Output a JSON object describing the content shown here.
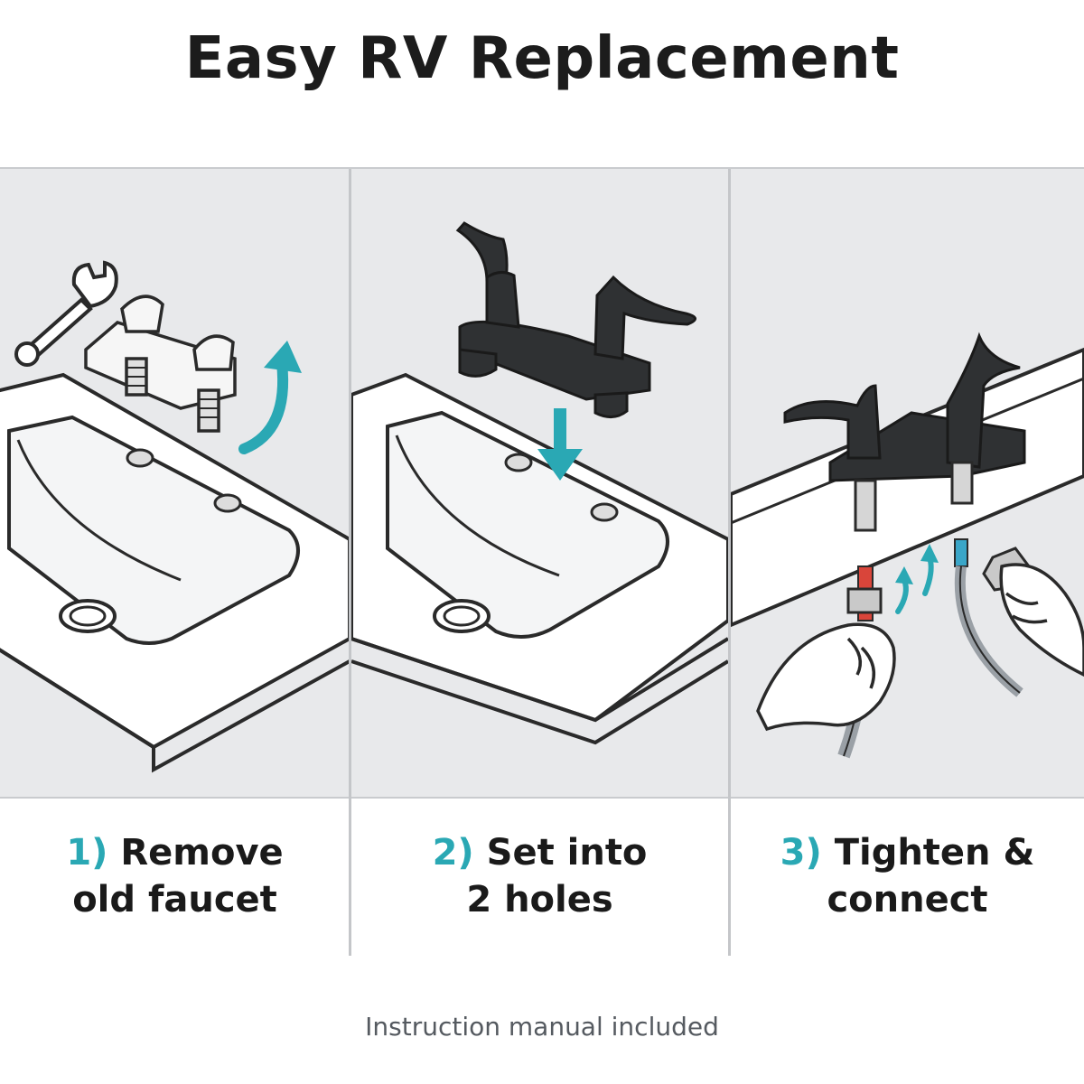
{
  "title": "Easy RV Replacement",
  "steps": [
    {
      "number": "1)",
      "line1": "Remove",
      "line2": "old faucet"
    },
    {
      "number": "2)",
      "line1": "Set into",
      "line2": "2 holes"
    },
    {
      "number": "3)",
      "line1": "Tighten &",
      "line2": "connect"
    }
  ],
  "footer": "Instruction manual included",
  "colors": {
    "accent": "#2aa8b4",
    "panel_bg": "#e8e9eb",
    "faucet_dark": "#2f3133",
    "hot_line": "#d9453a",
    "cold_line": "#3aa6c8"
  }
}
